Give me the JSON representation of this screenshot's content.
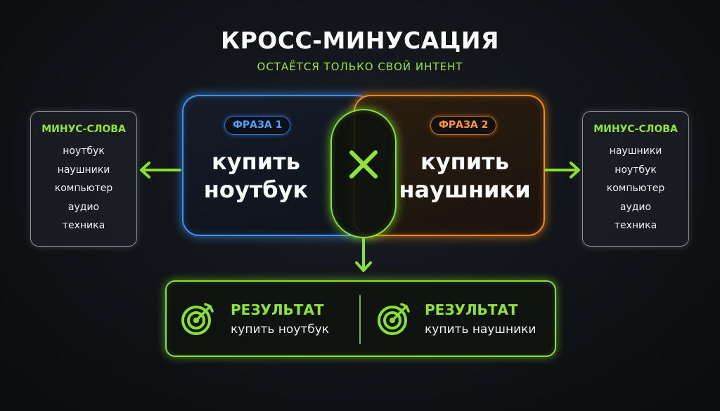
{
  "header": {
    "title": "КРОСС-МИНУСАЦИЯ",
    "subtitle": "ОСТАЁТСЯ ТОЛЬКО СВОЙ ИНТЕНТ"
  },
  "left_panel": {
    "heading": "МИНУС-СЛОВА",
    "items": [
      "ноутбук",
      "наушники",
      "компьютер",
      "аудио",
      "техника"
    ]
  },
  "right_panel": {
    "heading": "МИНУС-СЛОВА",
    "items": [
      "наушники",
      "ноутбук",
      "компьютер",
      "аудио",
      "техника"
    ]
  },
  "phrase1": {
    "badge": "ФРАЗА 1",
    "line1": "купить",
    "line2": "ноутбук"
  },
  "phrase2": {
    "badge": "ФРАЗА 2",
    "line1": "купить",
    "line2": "наушники"
  },
  "result": {
    "left": {
      "label": "РЕЗУЛЬТАТ",
      "value": "купить ноутбук"
    },
    "right": {
      "label": "РЕЗУЛЬТАТ",
      "value": "купить наушники"
    }
  },
  "colors": {
    "accent_green": "#86e22c",
    "phrase1_blue": "#3f8ff7",
    "phrase2_orange": "#f58a16"
  },
  "icons": {
    "cross": "cross-icon",
    "target": "target-icon",
    "arrow": "arrow-icon"
  }
}
